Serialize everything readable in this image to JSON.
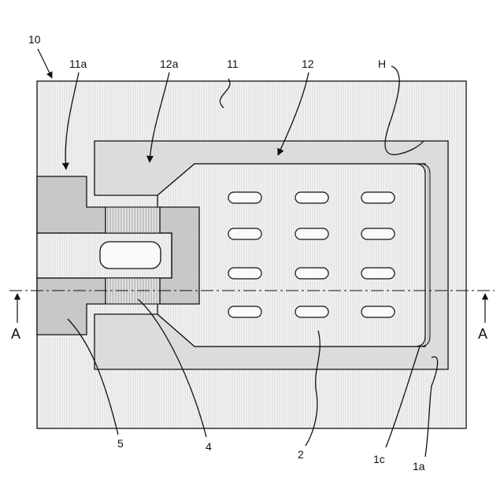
{
  "figure": {
    "labels": {
      "device": "10",
      "frame_lead": "11a",
      "inner_edge": "12a",
      "outer_region": "11",
      "inner_region": "12",
      "hole": "H",
      "section_left": "A",
      "section_right": "A",
      "part_5": "5",
      "part_4": "4",
      "part_2": "2",
      "part_1c": "1c",
      "part_1a": "1a"
    },
    "colors": {
      "outline": "#111111",
      "frame_fill": "#f0f0f0",
      "band_fill": "#dcdcdc",
      "terminal_fill": "#c8c8c8",
      "plate_fill": "#f4f4f4"
    }
  }
}
